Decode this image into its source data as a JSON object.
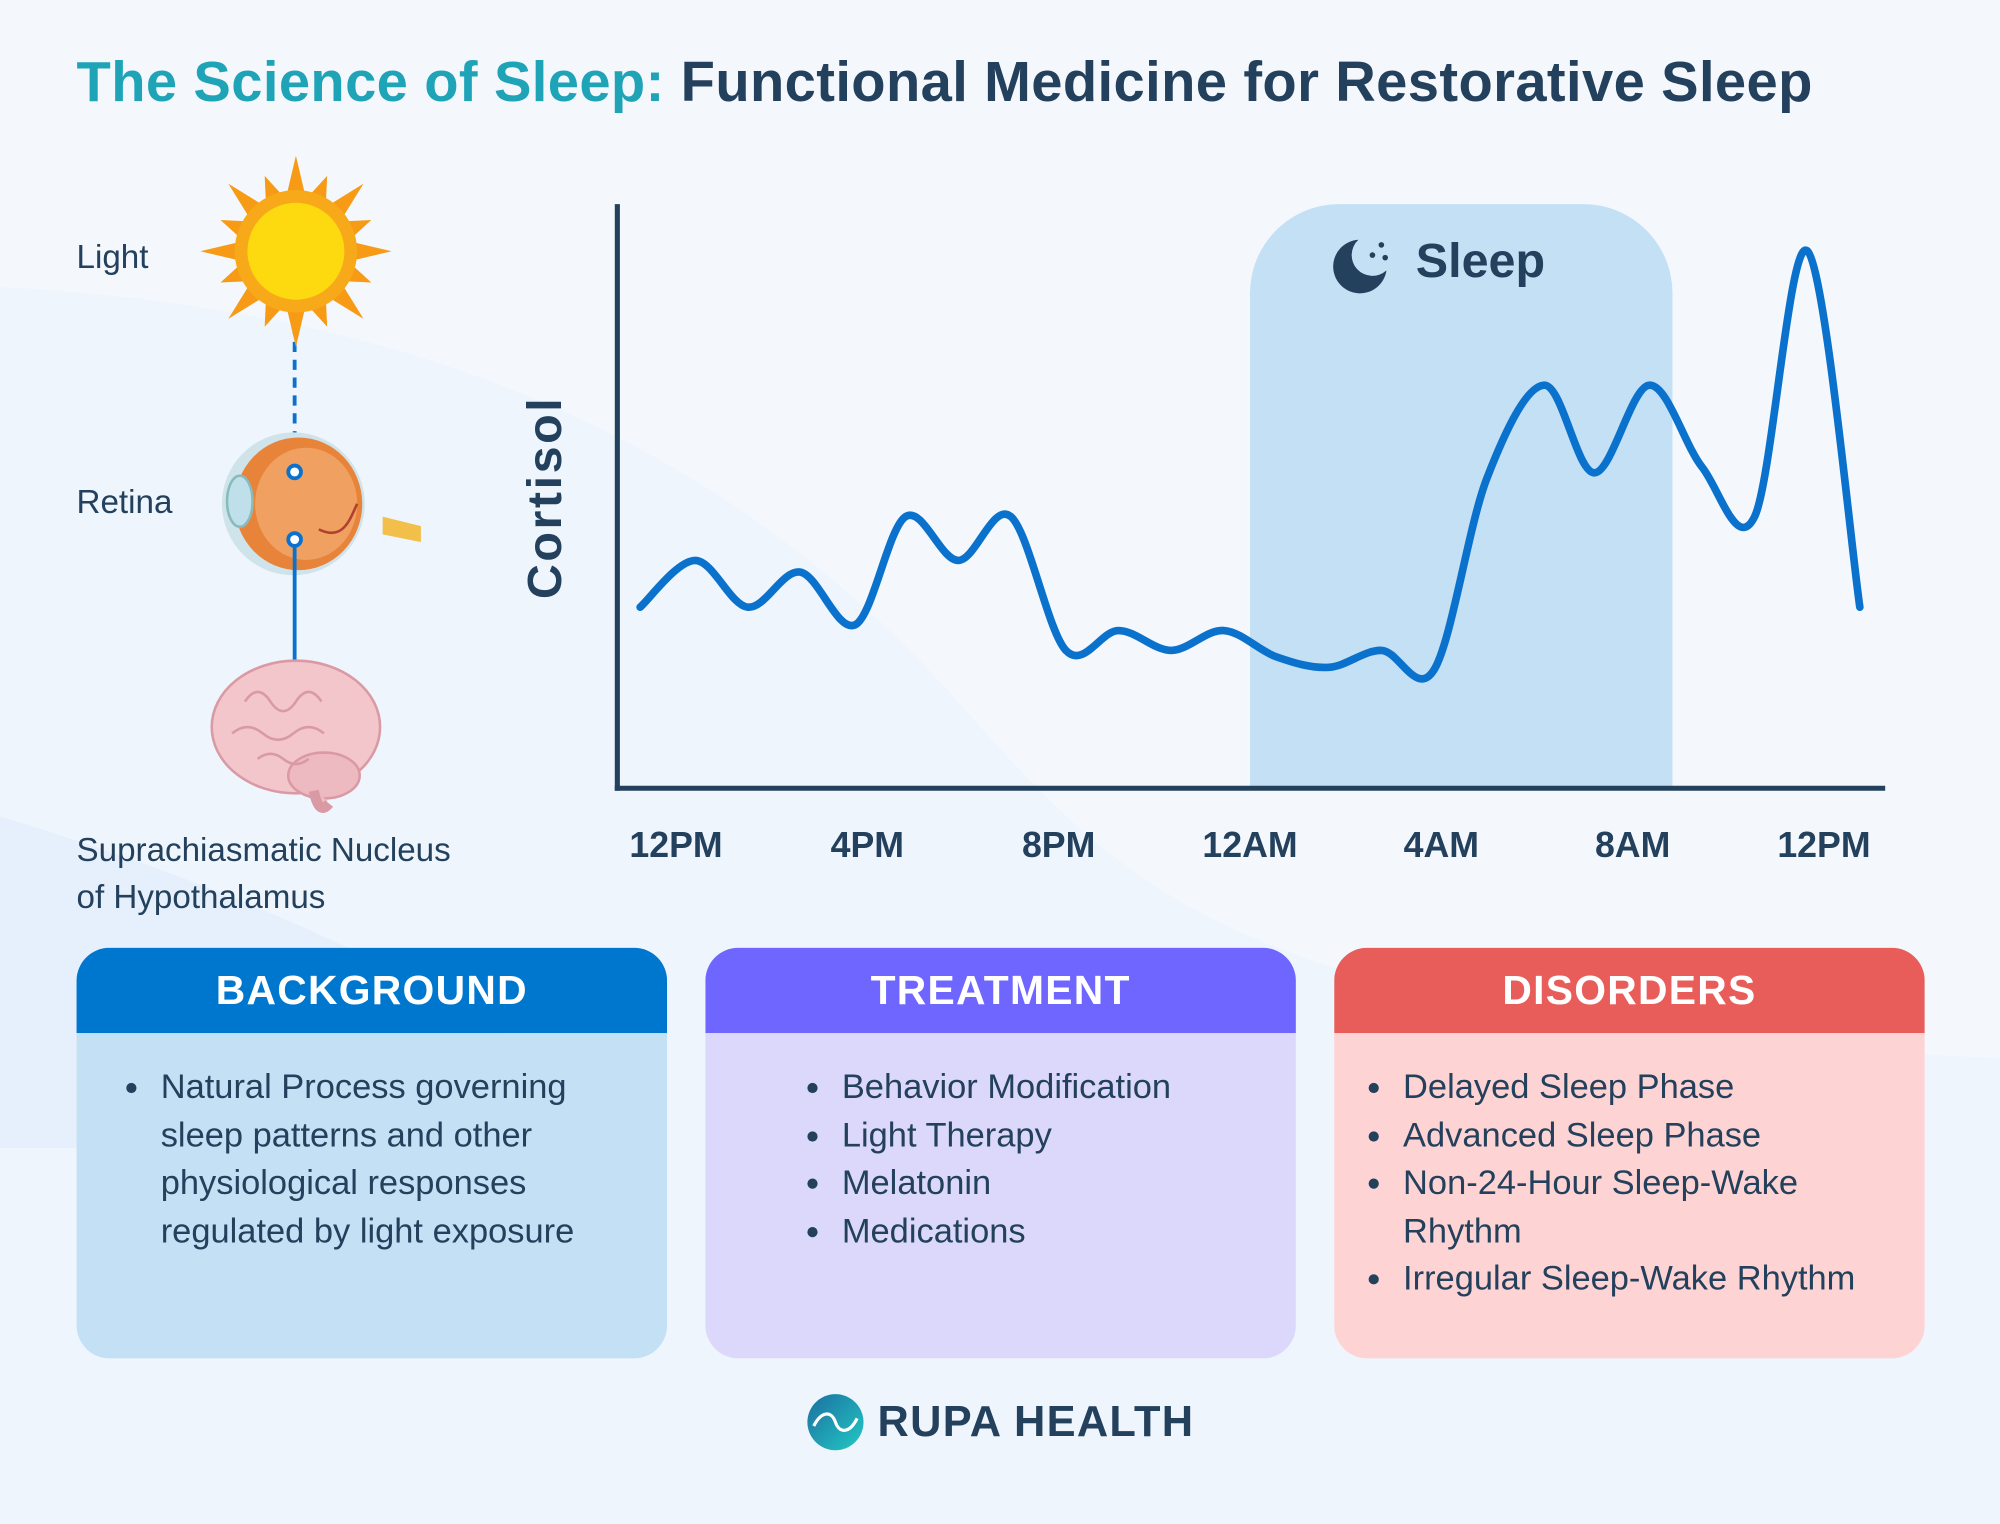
{
  "title": {
    "highlight": "The Science of Sleep:",
    "rest": "Functional Medicine for Restorative Sleep"
  },
  "pathway": {
    "light_label": "Light",
    "retina_label": "Retina",
    "scn_label_line1": "Suprachiasmatic Nucleus",
    "scn_label_line2": "of Hypothalamus",
    "icons": [
      "sun-icon",
      "eye-icon",
      "brain-icon"
    ]
  },
  "chart_data": {
    "type": "line",
    "ylabel": "Cortisol",
    "xlabel": "",
    "x_tick_labels": [
      "12PM",
      "4PM",
      "8PM",
      "12AM",
      "4AM",
      "8AM",
      "12PM"
    ],
    "y_ticks_shown": false,
    "ylim": [
      0,
      100
    ],
    "grid": false,
    "sleep_band": {
      "label": "Sleep",
      "start": "12:00 AM",
      "end": "8:50 AM",
      "icon": "moon-icon"
    },
    "series": [
      {
        "color": "#0a72cc",
        "points": [
          {
            "x": "11:15 AM",
            "y": 31
          },
          {
            "x": "12:24 PM",
            "y": 39
          },
          {
            "x": "1:30 PM",
            "y": 31
          },
          {
            "x": "2:36 PM",
            "y": 37
          },
          {
            "x": "3:45 PM",
            "y": 28
          },
          {
            "x": "4:48 PM",
            "y": 46.5
          },
          {
            "x": "5:54 PM",
            "y": 39
          },
          {
            "x": "7:00 PM",
            "y": 46.5
          },
          {
            "x": "8:09 PM",
            "y": 23.6
          },
          {
            "x": "9:15 PM",
            "y": 27
          },
          {
            "x": "10:21 PM",
            "y": 23.6
          },
          {
            "x": "11:27 PM",
            "y": 27
          },
          {
            "x": "12:33 AM",
            "y": 22.5
          },
          {
            "x": "1:39 AM",
            "y": 20.7
          },
          {
            "x": "2:45 AM",
            "y": 23.6
          },
          {
            "x": "3:51 AM",
            "y": 20.3
          },
          {
            "x": "4:57 AM",
            "y": 53
          },
          {
            "x": "6:09 AM",
            "y": 69
          },
          {
            "x": "7:12 AM",
            "y": 54
          },
          {
            "x": "8:21 AM",
            "y": 69
          },
          {
            "x": "9:27 AM",
            "y": 55
          },
          {
            "x": "10:33 AM",
            "y": 46.5
          },
          {
            "x": "11:39 AM",
            "y": 92
          },
          {
            "x": "12:45 PM",
            "y": 31
          }
        ]
      }
    ]
  },
  "cards": [
    {
      "title": "BACKGROUND",
      "header_color": "#0077cf",
      "body_color": "#c4e0f5",
      "items": [
        "Natural Process governing sleep patterns and other physiological responses regulated by light exposure"
      ]
    },
    {
      "title": "TREATMENT",
      "header_color": "#6e66ff",
      "body_color": "#dbd8fb",
      "items": [
        "Behavior Modification",
        "Light Therapy",
        "Melatonin",
        "Medications"
      ]
    },
    {
      "title": "DISORDERS",
      "header_color": "#e85c5a",
      "body_color": "#fed3d3",
      "items": [
        "Delayed Sleep Phase",
        "Advanced Sleep Phase",
        "Non-24-Hour Sleep-Wake Rhythm",
        "Irregular Sleep-Wake Rhythm"
      ]
    }
  ],
  "footer": {
    "brand": "RUPA HEALTH",
    "icon": "rupa-logo-icon"
  },
  "colors": {
    "title_accent": "#1fa3b7",
    "text": "#23405c",
    "sleep_band": "#c4e0f5",
    "line": "#0a72cc"
  }
}
